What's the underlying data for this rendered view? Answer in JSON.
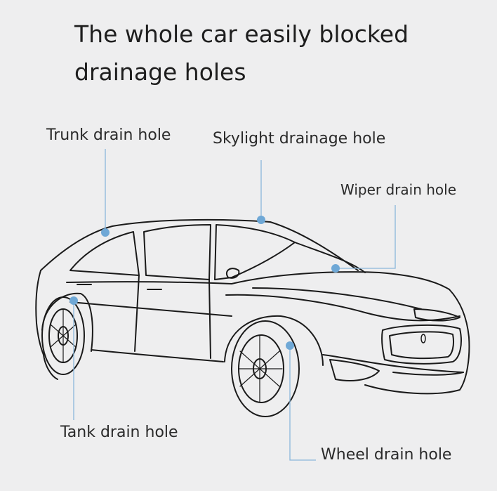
{
  "title": "The whole car easily blocked drainage holes",
  "labels": {
    "trunk": "Trunk drain hole",
    "skylight": "Skylight drainage hole",
    "wiper": "Wiper drain hole",
    "tank": "Tank drain hole",
    "wheel": "Wheel drain hole"
  },
  "colors": {
    "background": "#eeeeef",
    "outline": "#1a1a1a",
    "marker": "#6fa8d6",
    "leader": "#8ab6da",
    "text": "#2a2a2a"
  }
}
